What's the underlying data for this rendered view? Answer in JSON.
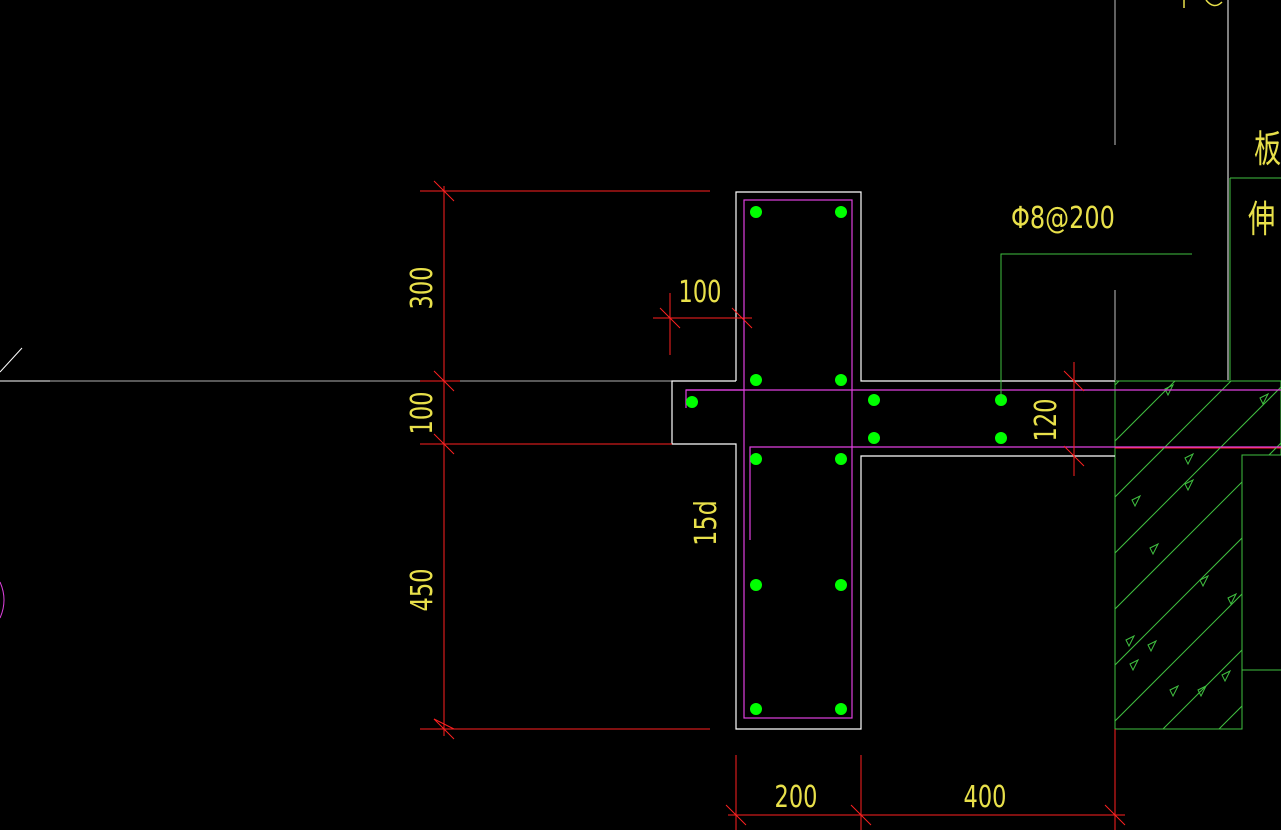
{
  "drawing": {
    "dimensions": {
      "top_height": "300",
      "slab_step": "100",
      "bottom_height": "450",
      "cover_offset": "100",
      "slab_thickness": "120",
      "beam_width": "200",
      "span_right": "400"
    },
    "anchorage_label": "15d",
    "rebar_callout": "Φ8@200",
    "partial_labels": {
      "top_right": "板",
      "right": "伸"
    }
  },
  "colors": {
    "background": "#000000",
    "dimension": "#ff2020",
    "concrete_outline": "#ffffff",
    "stirrup": "#e040e0",
    "rebar_dot": "#00ff00",
    "text": "#e8e04a",
    "leader": "#40c040",
    "hatch": "#40c040",
    "gridline": "#c0c0c0"
  }
}
